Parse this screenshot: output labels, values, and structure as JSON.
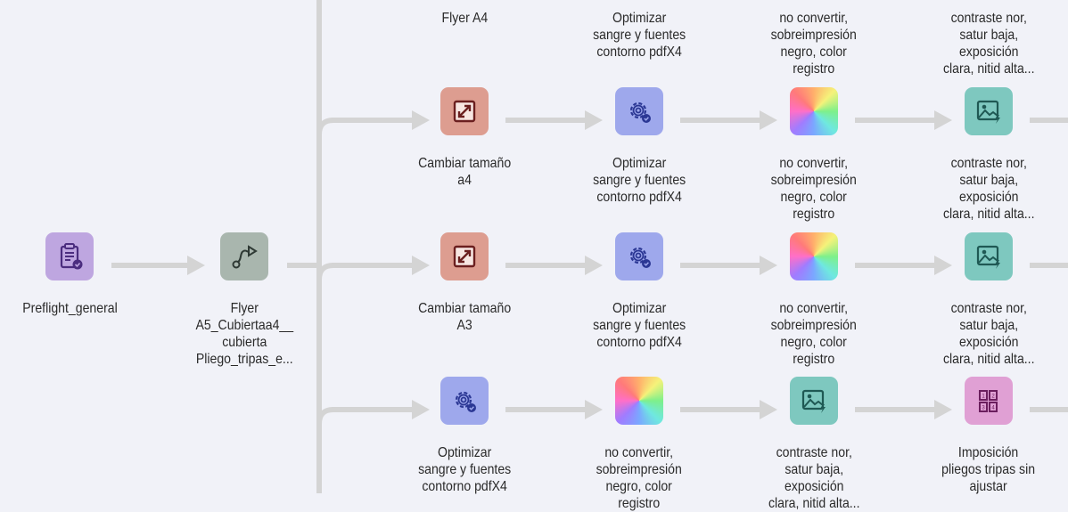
{
  "colors": {
    "edge": "#d4d4d4",
    "background": "#f1f2f8"
  },
  "nodes": {
    "preflight": {
      "label": [
        "Preflight_general"
      ],
      "icon": "clipboard-check-icon",
      "type": "clipboard"
    },
    "flyer": {
      "label": [
        "Flyer",
        "A5_Cubiertaa4__",
        "cubierta",
        "Pliego_tripas_e..."
      ],
      "icon": "workflow-icon",
      "type": "workflow"
    }
  },
  "rows": [
    [
      {
        "label": [
          "Flyer A4"
        ],
        "icon": "resize-icon",
        "type": "resize"
      },
      {
        "label": [
          "Optimizar",
          "sangre y fuentes",
          "contorno pdfX4"
        ],
        "icon": "gear-check-icon",
        "type": "gear"
      },
      {
        "label": [
          "no convertir,",
          "sobreimpresión",
          "negro, color",
          "registro"
        ],
        "icon": "color-wheel-icon",
        "type": "color"
      },
      {
        "label": [
          "contraste nor,",
          "satur baja,",
          "exposición",
          "clara, nitid alta..."
        ],
        "icon": "image-enhance-icon",
        "type": "image"
      }
    ],
    [
      {
        "label": [
          "Cambiar tamaño",
          "a4"
        ],
        "icon": "resize-icon",
        "type": "resize"
      },
      {
        "label": [
          "Optimizar",
          "sangre y fuentes",
          "contorno pdfX4"
        ],
        "icon": "gear-check-icon",
        "type": "gear"
      },
      {
        "label": [
          "no convertir,",
          "sobreimpresión",
          "negro, color",
          "registro"
        ],
        "icon": "color-wheel-icon",
        "type": "color"
      },
      {
        "label": [
          "contraste nor,",
          "satur baja,",
          "exposición",
          "clara, nitid alta..."
        ],
        "icon": "image-enhance-icon",
        "type": "image"
      }
    ],
    [
      {
        "label": [
          "Cambiar tamaño",
          "A3"
        ],
        "icon": "resize-icon",
        "type": "resize"
      },
      {
        "label": [
          "Optimizar",
          "sangre y fuentes",
          "contorno pdfX4"
        ],
        "icon": "gear-check-icon",
        "type": "gear"
      },
      {
        "label": [
          "no convertir,",
          "sobreimpresión",
          "negro, color",
          "registro"
        ],
        "icon": "color-wheel-icon",
        "type": "color"
      },
      {
        "label": [
          "contraste nor,",
          "satur baja,",
          "exposición",
          "clara, nitid alta..."
        ],
        "icon": "image-enhance-icon",
        "type": "image"
      }
    ],
    [
      {
        "label": [
          "Optimizar",
          "sangre y fuentes",
          "contorno pdfX4"
        ],
        "icon": "gear-check-icon",
        "type": "gear"
      },
      {
        "label": [
          "no convertir,",
          "sobreimpresión",
          "negro, color",
          "registro"
        ],
        "icon": "color-wheel-icon",
        "type": "color"
      },
      {
        "label": [
          "contraste nor,",
          "satur baja,",
          "exposición",
          "clara, nitid alta..."
        ],
        "icon": "image-enhance-icon",
        "type": "image"
      },
      {
        "label": [
          "Imposición",
          "pliegos tripas sin",
          "ajustar"
        ],
        "icon": "imposition-icon",
        "type": "imposition"
      }
    ]
  ]
}
